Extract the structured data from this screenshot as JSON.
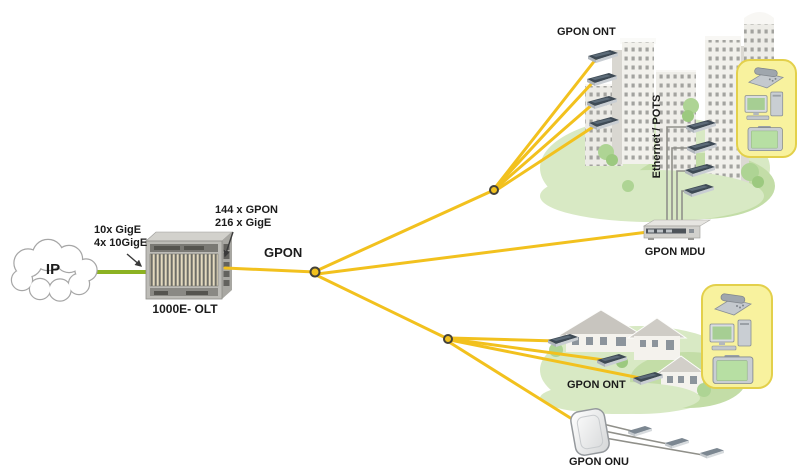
{
  "colors": {
    "fiber": "#F2C11E",
    "uplink": "#8CB222",
    "panel": "#F8F29E",
    "panelBorder": "#E3D04B",
    "lawn": "#D8E9C4",
    "lawnDark": "#C3DDA7",
    "text": "#1B1B1B"
  },
  "cloud": {
    "label": "IP"
  },
  "olt": {
    "name_label": "1000E- OLT",
    "uplink_note_line1": "10x GigE",
    "uplink_note_line2": "4x 10GigE",
    "capacity_note_line1": "144 x GPON",
    "capacity_note_line2": "216 x GigE"
  },
  "fiber": {
    "trunk_label": "GPON"
  },
  "top_branch": {
    "ont_label": "GPON ONT",
    "riser_label": "Ethernet / POTS",
    "mdu_label": "GPON MDU"
  },
  "bottom_branch": {
    "ont_label": "GPON ONT",
    "onu_label": "GPON ONU"
  }
}
